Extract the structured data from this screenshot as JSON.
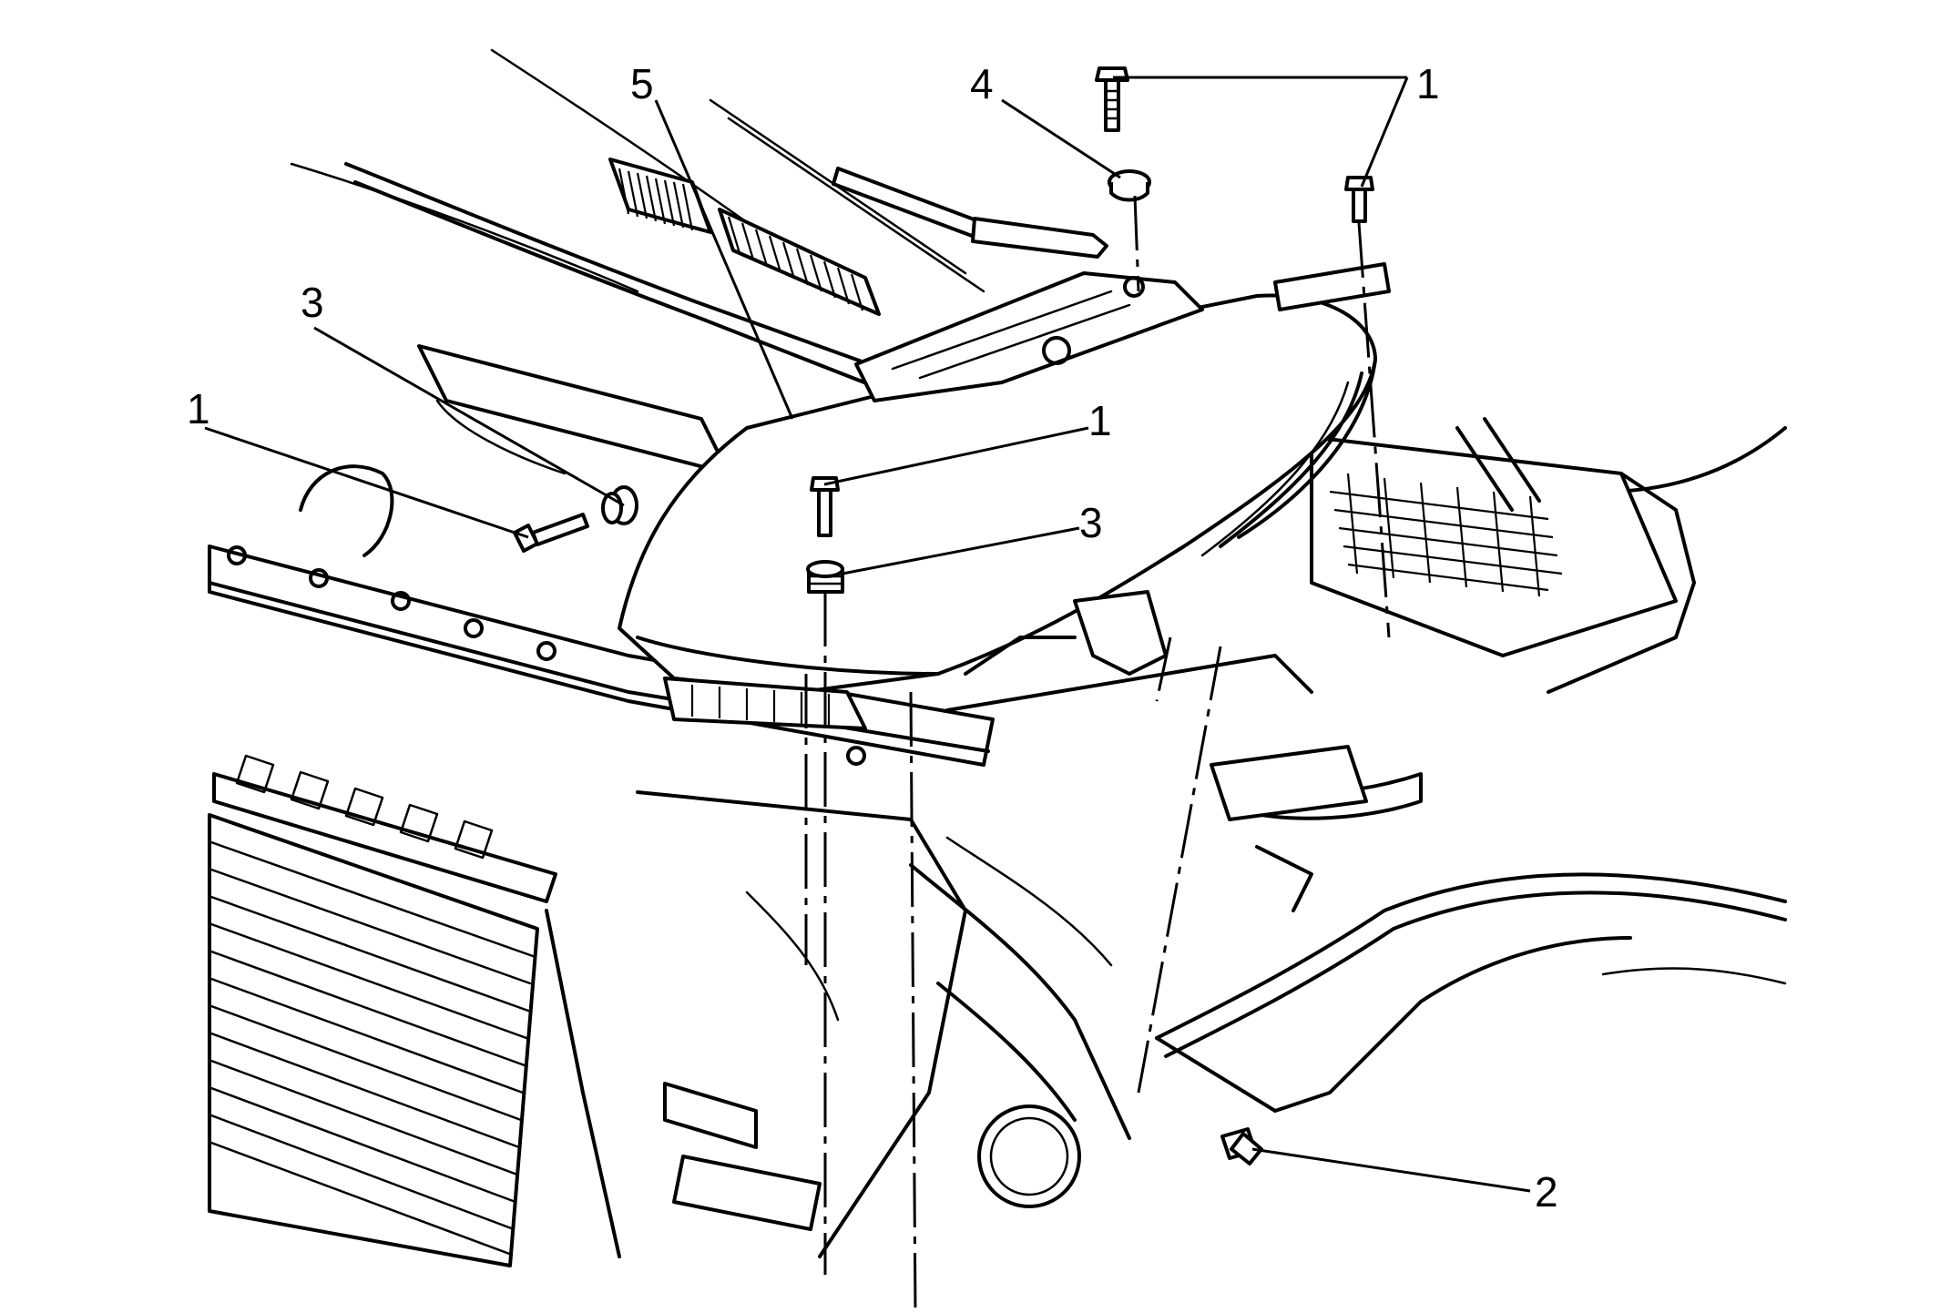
{
  "figure": {
    "callouts": [
      {
        "id": "c1-top",
        "label": "1"
      },
      {
        "id": "c4",
        "label": "4"
      },
      {
        "id": "c5",
        "label": "5"
      },
      {
        "id": "c3-left",
        "label": "3"
      },
      {
        "id": "c1-left",
        "label": "1"
      },
      {
        "id": "c1-mid",
        "label": "1"
      },
      {
        "id": "c3-mid",
        "label": "3"
      },
      {
        "id": "c2",
        "label": "2"
      }
    ]
  }
}
